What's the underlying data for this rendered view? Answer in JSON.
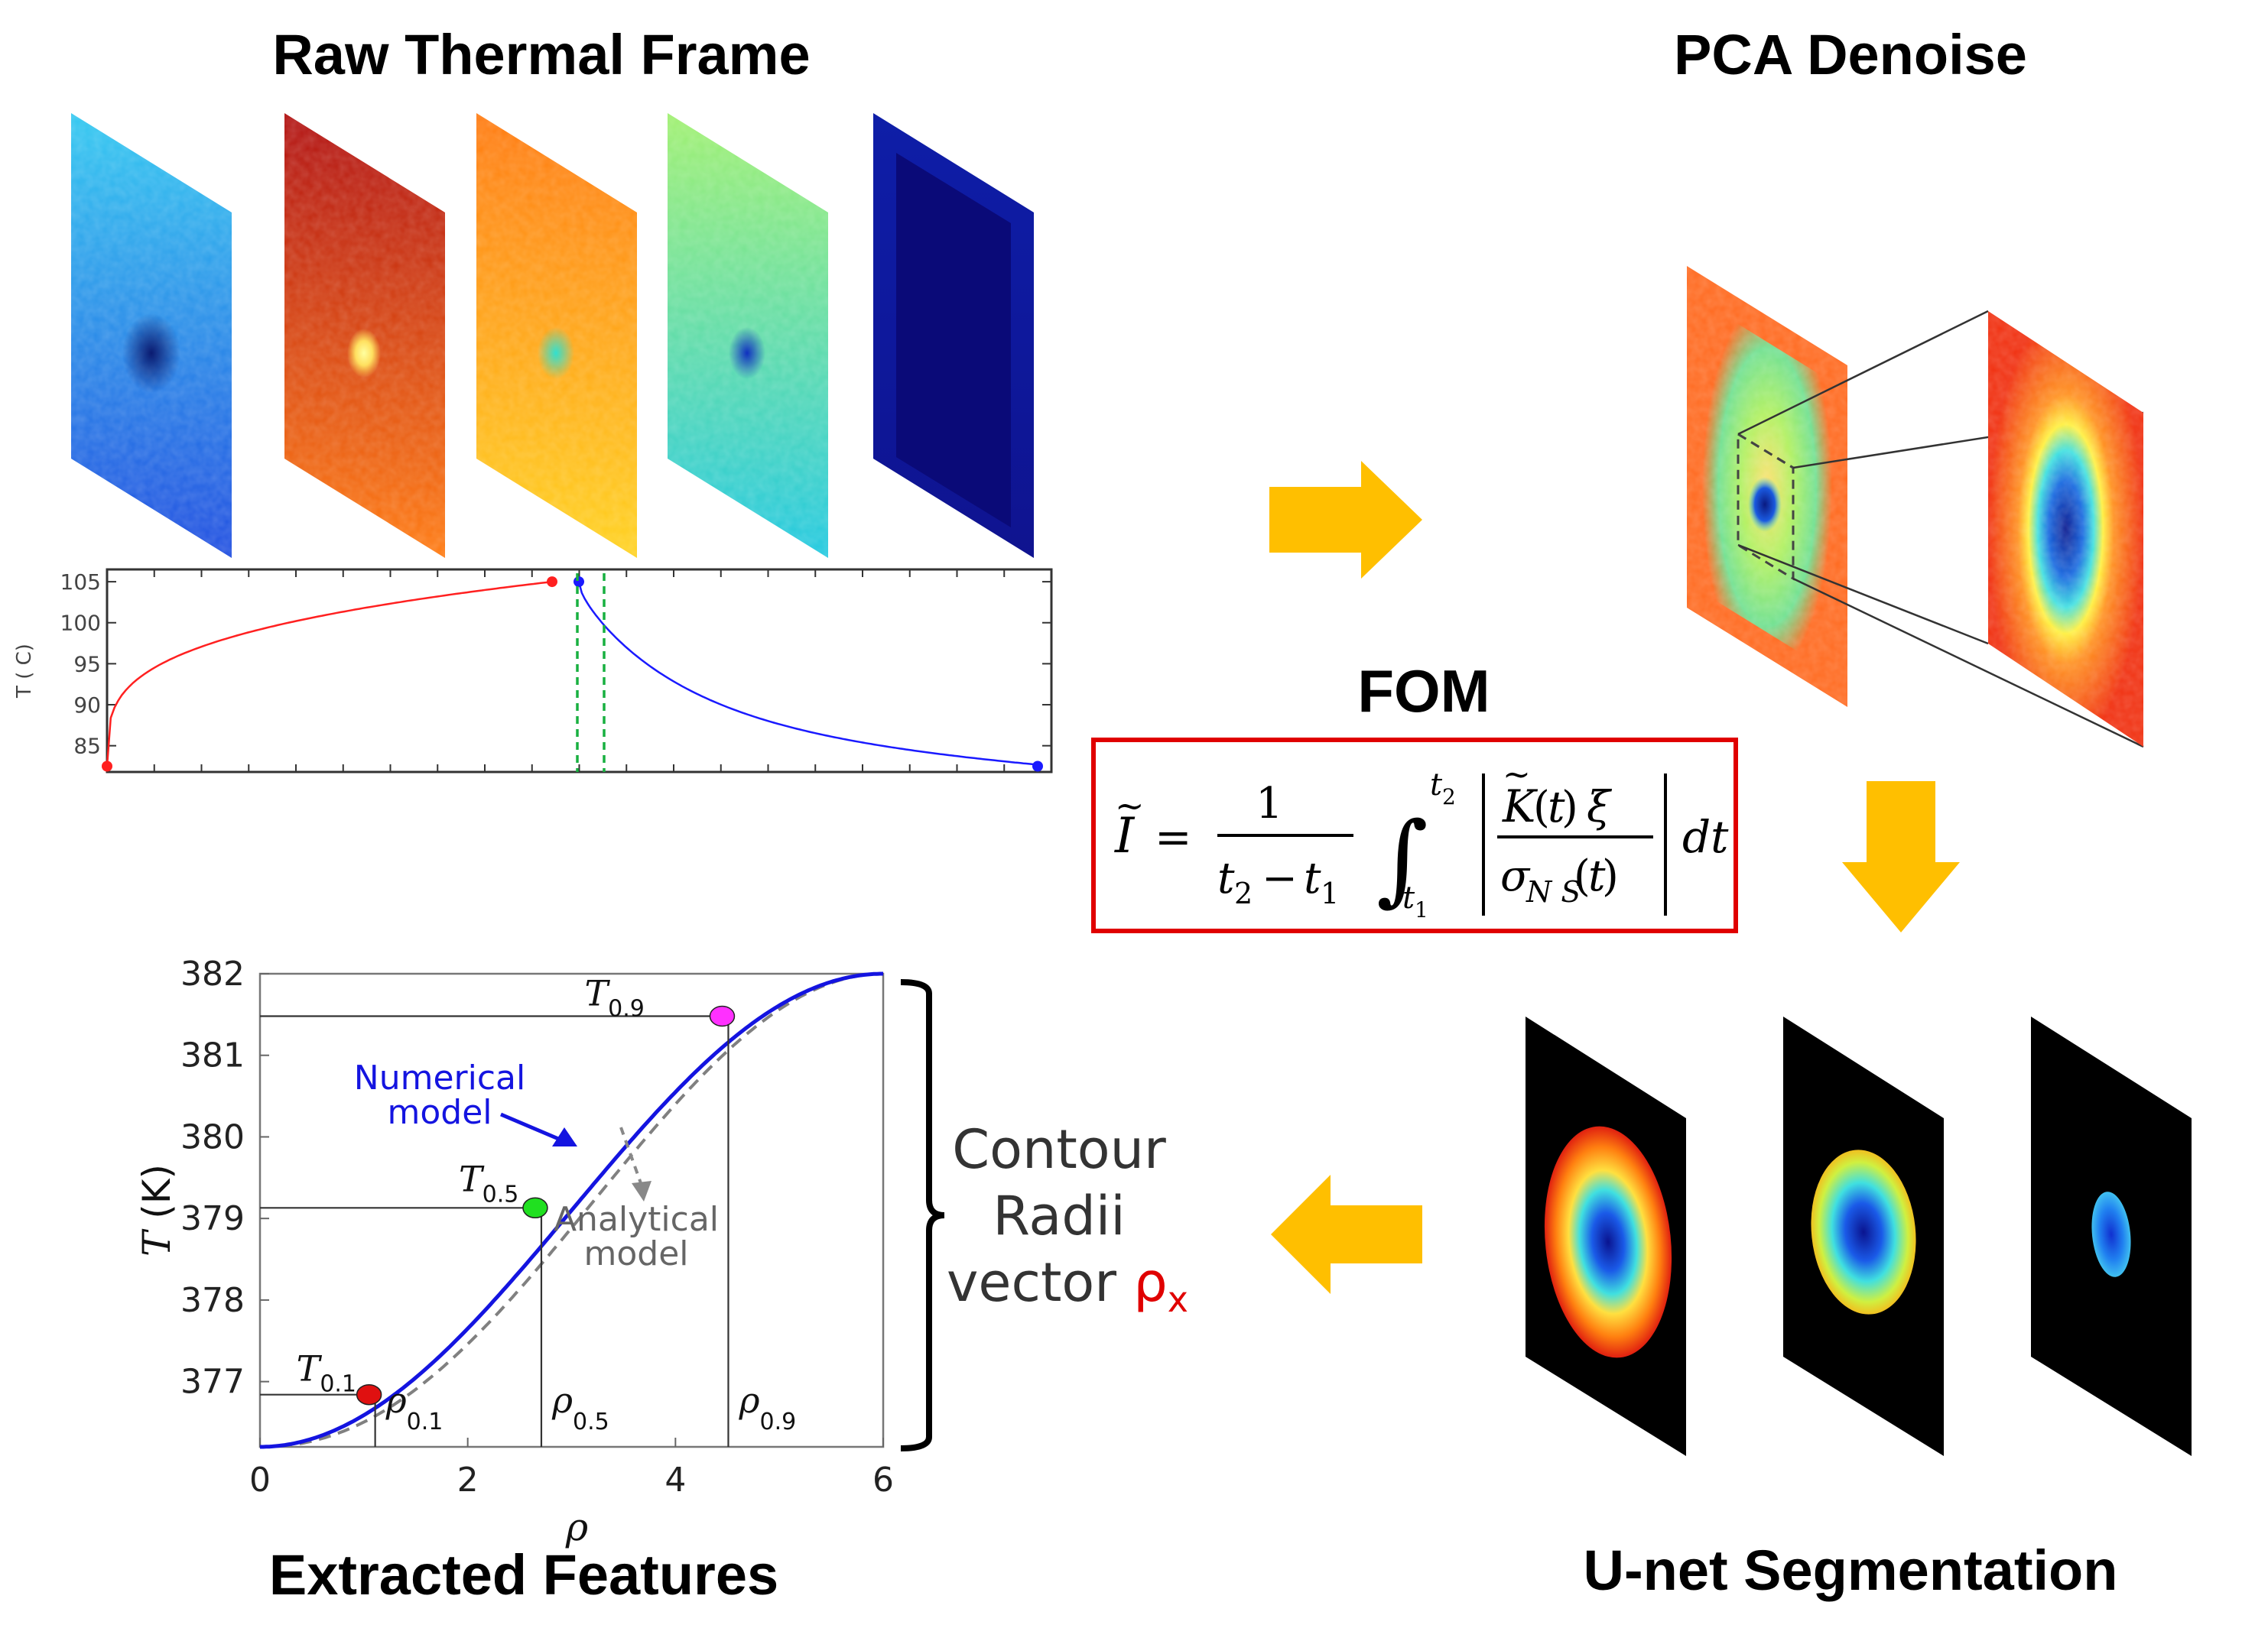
{
  "titles": {
    "raw": "Raw Thermal Frame",
    "pca": "PCA Denoise",
    "unet": "U-net Segmentation",
    "extracted": "Extracted Features"
  },
  "fom": {
    "label": "FOM",
    "label_color": "#c00000",
    "box_color": "#e00000"
  },
  "contour": {
    "line1": "Contour",
    "line2": "Radii",
    "line3": "vector",
    "symbol": "ρ",
    "subscript": "x",
    "symbol_color": "#e00000"
  },
  "arrow_color": "#ffbf00",
  "frames": [
    {
      "name": "frame-1",
      "top": "#32c8f0",
      "bottom": "#1f4de0",
      "spot": "#0a1a70"
    },
    {
      "name": "frame-2",
      "top": "#b01010",
      "bottom": "#ff7a10",
      "spot": "#ffe060"
    },
    {
      "name": "frame-3",
      "top": "#ff7a10",
      "bottom": "#ffd21e",
      "spot": "#30e0d0"
    },
    {
      "name": "frame-4",
      "top": "#a0f070",
      "bottom": "#20c8e0",
      "spot": "#1030c0"
    },
    {
      "name": "frame-5",
      "top": "#0818a0",
      "bottom": "#0a0a80",
      "spot": "#0a0a70"
    }
  ],
  "temp_plot": {
    "ylabel": "T ( C)",
    "y_ticks": [
      "105",
      "100",
      "95",
      "90",
      "85"
    ],
    "heating_color": "#ff2020",
    "cooling_color": "#1a1aff",
    "window_color": "#18b040"
  },
  "chart_data": {
    "type": "line",
    "xlabel": "ρ",
    "ylabel": "T (K)",
    "xlim": [
      0,
      6
    ],
    "ylim": [
      376.2,
      382
    ],
    "x_ticks": [
      0,
      2,
      4,
      6
    ],
    "y_ticks": [
      382,
      381,
      380,
      379,
      378,
      377
    ],
    "grid": false,
    "series": [
      {
        "name": "Numerical model",
        "color": "#1414e0",
        "style": "solid"
      },
      {
        "name": "Analytical model",
        "color": "#808080",
        "style": "dashed"
      }
    ],
    "points": [
      {
        "id": "0.1",
        "rho": 1.05,
        "T": 376.84,
        "color": "#e01010",
        "T_label": "T",
        "rho_label": "ρ"
      },
      {
        "id": "0.5",
        "rho": 2.65,
        "T": 379.13,
        "color": "#20e020",
        "T_label": "T",
        "rho_label": "ρ"
      },
      {
        "id": "0.9",
        "rho": 4.45,
        "T": 381.48,
        "color": "#ff30ff",
        "T_label": "T",
        "rho_label": "ρ"
      }
    ],
    "annotations": {
      "numerical": [
        "Numerical",
        "model"
      ],
      "analytical": [
        "Analytical",
        "model"
      ]
    }
  }
}
